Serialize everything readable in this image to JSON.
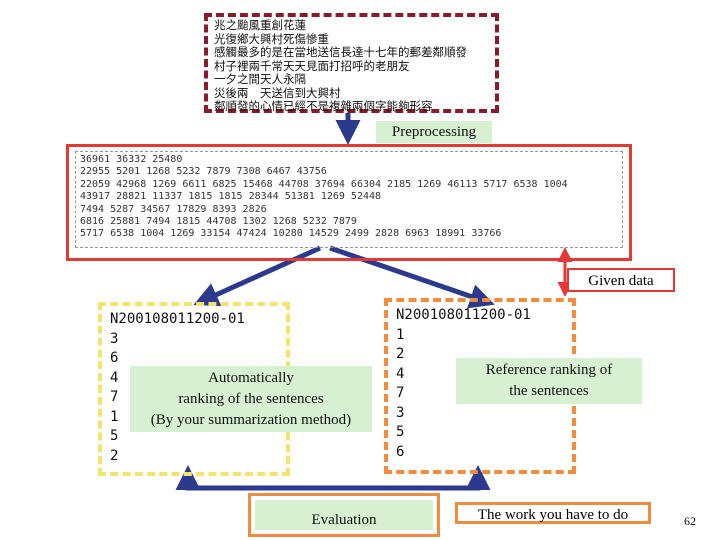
{
  "chinese_text": [
    "兆之颱風重創花蓮",
    "光復鄉大興村死傷慘重",
    "感觸最多的是在當地送信長達十七年的郵差鄰順發",
    "村子裡兩千常天天見面打招呼的老朋友",
    "一夕之間天人永隔",
    "災後兩　天送信到大興村",
    "鄰順發的心情已經不是複雜兩個字能夠形容"
  ],
  "preprocessing_label": "Preprocessing",
  "numbers": [
    "36961 36332 25480",
    "22955 5201 1268 5232 7879 7308 6467 43756",
    "22059 42968 1269 6611 6825 15468 44708 37694 66304 2185 1269 46113 5717 6538 1004",
    "43917 28821 11337 1815 1815 28344 51381 1269 52448",
    "7494 5287 34567 17829 8393 2826",
    "6816 25881 7494 1815 44708 1302 1268 5232 7879",
    "5717 6538 1004 1269 33154 47424 10280 14529 2499 2828 6963 18991 33766"
  ],
  "given_data_label": "Given data",
  "auto_ranking": {
    "header": "N200108011200-01",
    "ranks": [
      "3",
      "6",
      "4",
      "7",
      "1",
      "5",
      "2"
    ],
    "label_lines": [
      "Automatically",
      "ranking of the sentences",
      "(By your summarization method)"
    ]
  },
  "reference_ranking": {
    "header": "N200108011200-01",
    "ranks": [
      "1",
      "2",
      "4",
      "7",
      "3",
      "5",
      "6"
    ],
    "label_lines": [
      "Reference ranking of",
      "the sentences"
    ]
  },
  "evaluation_label": "Evaluation",
  "work_label": "The work you have to do",
  "page_number": "62",
  "colors": {
    "arrow_blue": "#2b3a8f",
    "box_red": "#e53935",
    "dash_maroon": "#8b1a2b",
    "dash_yellow": "#f6e36b",
    "dash_orange": "#f28b3c",
    "label_green": "#d7f0d2"
  }
}
